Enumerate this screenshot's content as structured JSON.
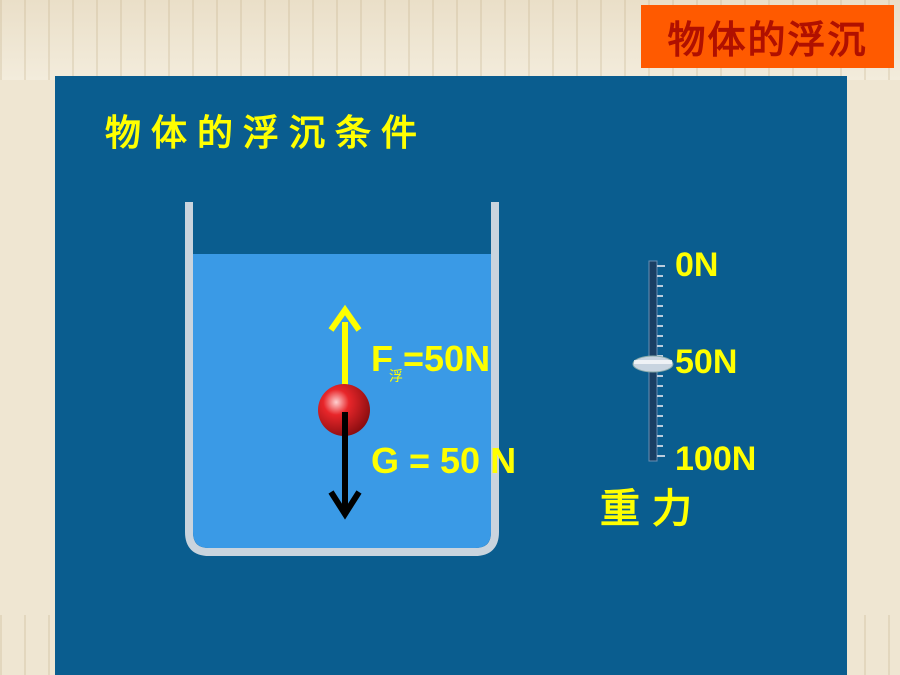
{
  "corner_title": "物体的浮沉",
  "panel": {
    "title": "物体的浮沉条件",
    "buoyancy": {
      "symbol": "F",
      "subscript": "浮",
      "value": "=50N"
    },
    "gravity_force": "G = 50 N",
    "scale": {
      "labels": [
        "0N",
        "50N",
        "100N"
      ],
      "pointer_reading": "50N"
    },
    "gravity_label": "重力"
  },
  "colors": {
    "panel": "#0a5d8f",
    "water": "#3a9ae6",
    "text": "#ffff00",
    "corner": "#ff5a00",
    "ball": "#e8262a"
  }
}
